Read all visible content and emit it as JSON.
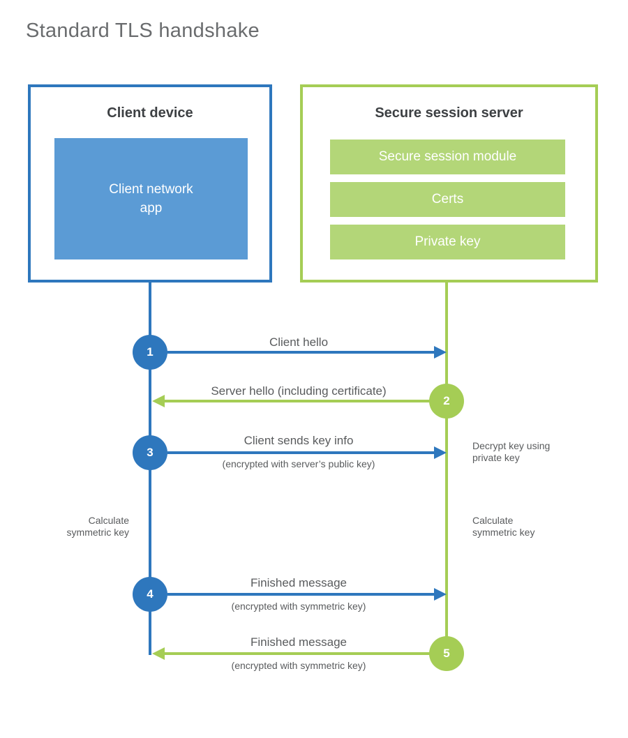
{
  "title": "Standard TLS handshake",
  "palette": {
    "blue": "#2e77bd",
    "blue_light": "#5b9bd5",
    "green": "#a5cd55",
    "green_light": "#b3d678",
    "heading_text": "#3d4043",
    "body_text": "#595b5d",
    "title_text": "#6a6c6e"
  },
  "client_panel": {
    "heading": "Client device",
    "app_box_label": "Client network\napp"
  },
  "server_panel": {
    "heading": "Secure session server",
    "modules": [
      {
        "label": "Secure session module"
      },
      {
        "label": "Certs"
      },
      {
        "label": "Private key"
      }
    ]
  },
  "steps": [
    {
      "number": "1",
      "label": "Client hello",
      "sublabel": "",
      "from": "client",
      "to": "server"
    },
    {
      "number": "2",
      "label": "Server hello (including certificate)",
      "sublabel": "",
      "from": "server",
      "to": "client"
    },
    {
      "number": "3",
      "label": "Client sends key info",
      "sublabel": "(encrypted with server’s public key)",
      "from": "client",
      "to": "server"
    },
    {
      "number": "4",
      "label": "Finished message",
      "sublabel": "(encrypted with symmetric key)",
      "from": "client",
      "to": "server"
    },
    {
      "number": "5",
      "label": "Finished message",
      "sublabel": "(encrypted with symmetric key)",
      "from": "server",
      "to": "client"
    }
  ],
  "side_notes": {
    "decrypt": "Decrypt key using\nprivate key",
    "calc_client": "Calculate\nsymmetric key",
    "calc_server": "Calculate\nsymmetric key"
  }
}
